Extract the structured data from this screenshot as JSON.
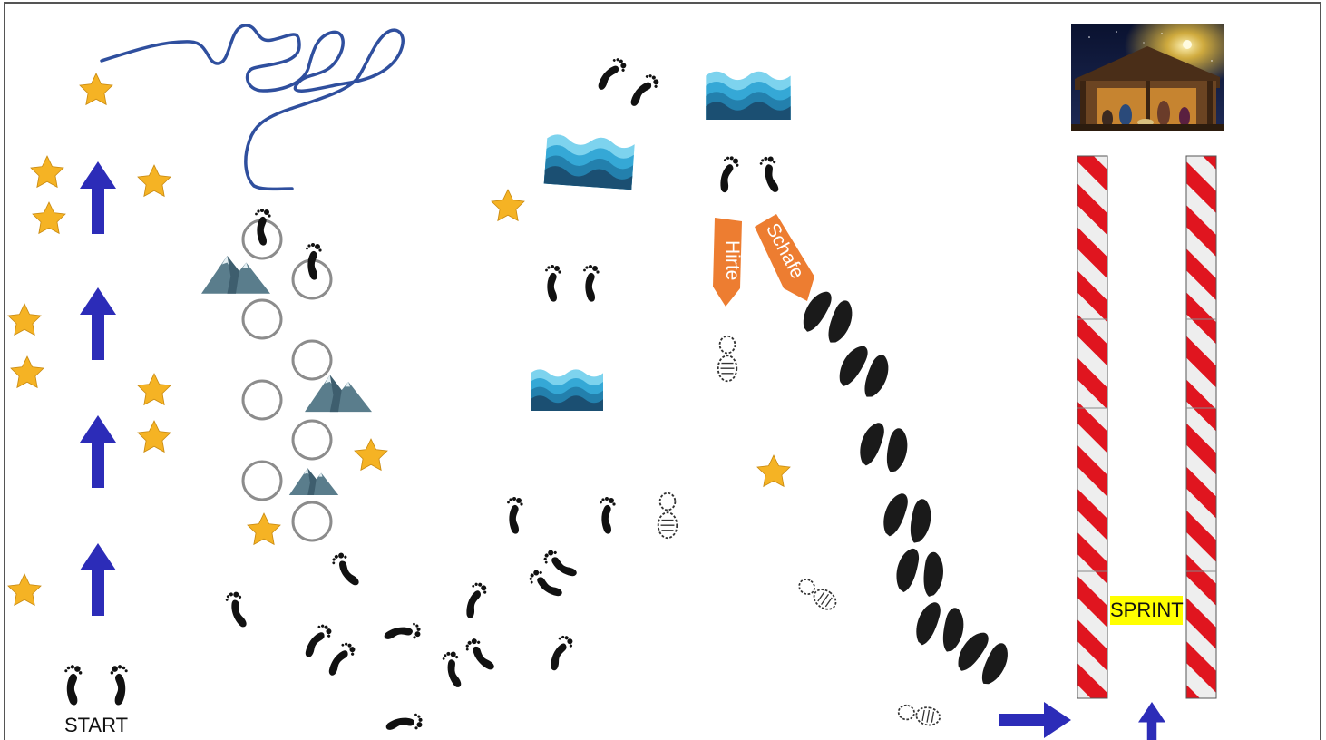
{
  "board": {
    "start_label": "START",
    "sprint_label": "SPRINT",
    "hirte_label": "Hirte",
    "schafe_label": "Schafe"
  },
  "icons": {
    "star": "star-icon",
    "arrow": "arrow-up-icon",
    "mountain": "mountain-icon",
    "water": "water-waves-icon",
    "footprint": "footprint-icon",
    "hoofprint": "hoofprint-icon",
    "shoeprint": "shoe-print-icon",
    "ring": "ring-marker-icon",
    "nativity": "nativity-scene-image"
  },
  "colors": {
    "star": "#f5b324",
    "arrow": "#2c2cb8",
    "river": "#2f4f9e",
    "water_dark": "#1b4f72",
    "water_light": "#35a8d6",
    "signpost": "#ed7d31",
    "barrier_red": "#e0151f",
    "barrier_white": "#eeeeee",
    "sprint_bg": "#ffff00"
  }
}
